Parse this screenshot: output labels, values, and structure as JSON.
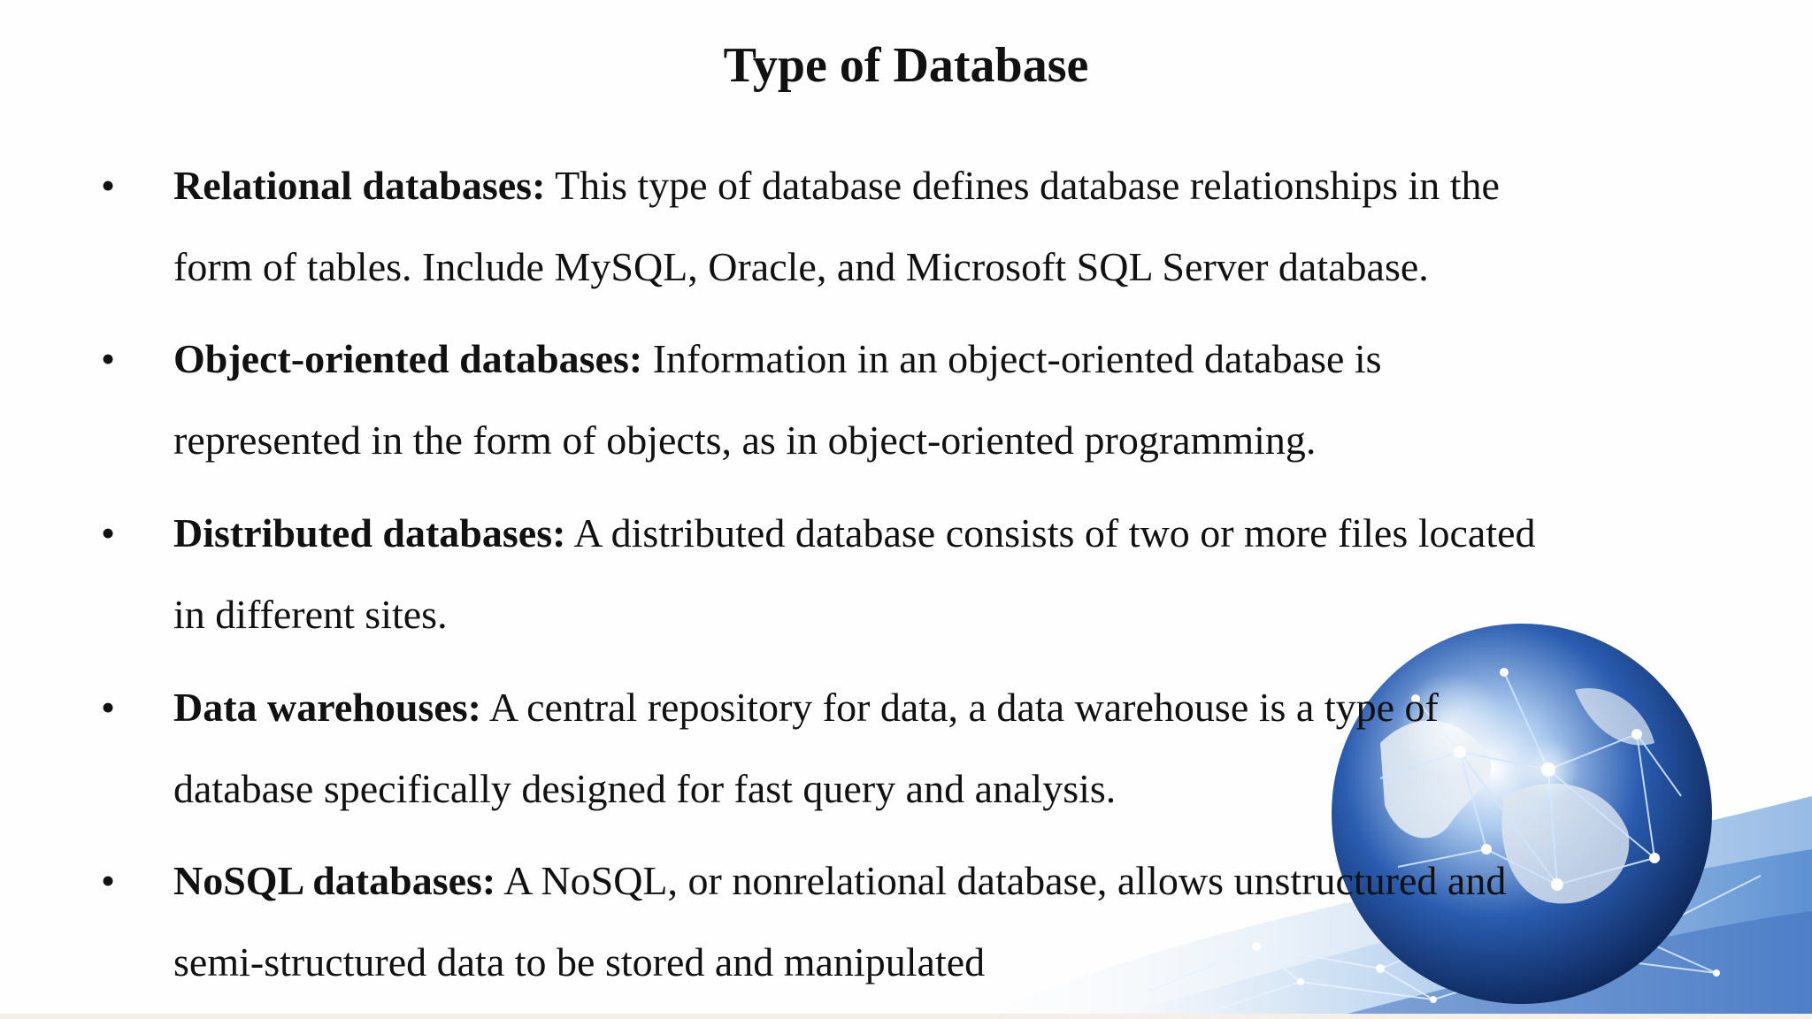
{
  "slide": {
    "title": "Type of Database",
    "bullet_symbol": "•",
    "items": [
      {
        "term": "Relational databases:",
        "line1": " This type of database defines database relationships in the",
        "line2": "form of tables. Include MySQL, Oracle, and Microsoft SQL Server database."
      },
      {
        "term": "Object-oriented databases:",
        "line1": " Information in an object-oriented database is",
        "line2": "represented in the form of objects, as in object-oriented programming."
      },
      {
        "term": "Distributed databases:",
        "line1": " A distributed database consists of two or more files located",
        "line2": "in different sites."
      },
      {
        "term": "Data warehouses:",
        "line1": " A central repository for data, a data warehouse is a type of",
        "line2": "database specifically designed for fast query and analysis."
      },
      {
        "term": "NoSQL databases:",
        "line1": " A NoSQL, or nonrelational database, allows unstructured and",
        "line2": "semi-structured data to be stored and manipulated"
      }
    ]
  },
  "colors": {
    "background": "#fefefe",
    "text": "#111111",
    "globe_blue": "#1f4f9e",
    "network_glow": "#9fd0f5"
  },
  "decoration": {
    "icon": "globe-network-icon"
  }
}
